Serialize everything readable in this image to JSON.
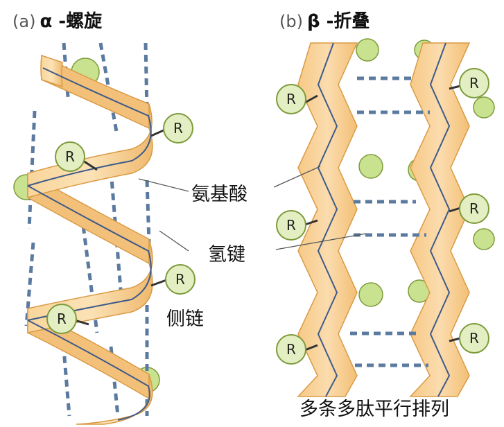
{
  "panels": {
    "a": {
      "tag": "(a)",
      "title": "α -螺旋"
    },
    "b": {
      "tag": "(b)",
      "title": "β -折叠"
    }
  },
  "labels": {
    "amino_acid": "氨基酸",
    "hydrogen_bond": "氢键",
    "side_chain": "侧链",
    "parallel": "多条多肽平行排列"
  },
  "side_chain_symbol": "R",
  "colors": {
    "ribbon": "#f6c882",
    "ribbon_edge": "#d99a45",
    "backbone": "#3d5a8a",
    "hbond": "#5b7aa0",
    "side_chain_fill": "#e3efc2",
    "side_chain_edge": "#7d9a3a",
    "ball": "#c8e28f"
  }
}
